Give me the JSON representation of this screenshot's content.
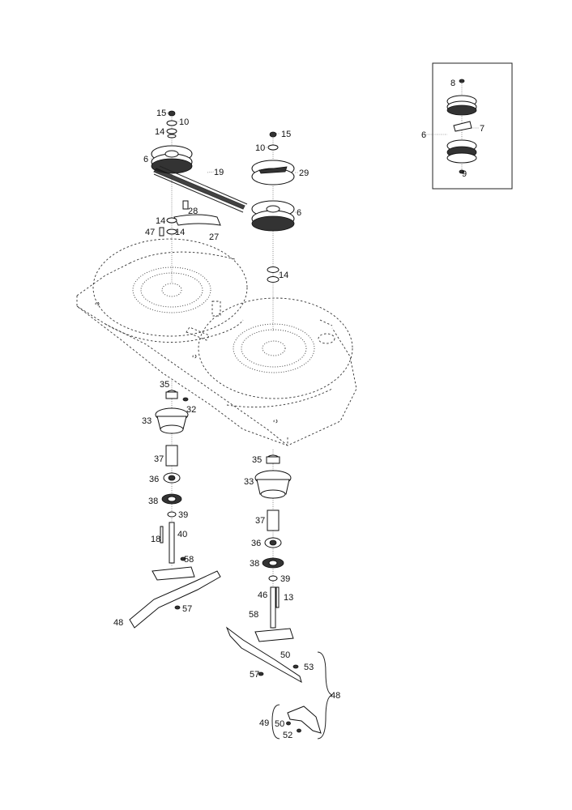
{
  "labels": {
    "p15a": "15",
    "p10a": "10",
    "p14a": "14",
    "p6a": "6",
    "p19": "19",
    "p15b": "15",
    "p10b": "10",
    "p29": "29",
    "p6b": "6",
    "p28": "28",
    "p14b": "14",
    "p27": "27",
    "p47": "47",
    "p14c": "14",
    "p14d": "14",
    "i8": "8",
    "i6": "6",
    "i7": "7",
    "i9": "9",
    "p35a": "35",
    "p32": "32",
    "p33a": "33",
    "p37a": "37",
    "p36a": "36",
    "p38a": "38",
    "p39a": "39",
    "p18": "18",
    "p40": "40",
    "p58a": "58",
    "p57a": "57",
    "p48a": "48",
    "p35b": "35",
    "p33b": "33",
    "p37b": "37",
    "p36b": "36",
    "p38b": "38",
    "p39b": "39",
    "p46": "46",
    "p13": "13",
    "p58b": "58",
    "p50a": "50",
    "p53": "53",
    "p57b": "57",
    "p48b": "48",
    "p49": "49",
    "p50b": "50",
    "p52": "52"
  }
}
